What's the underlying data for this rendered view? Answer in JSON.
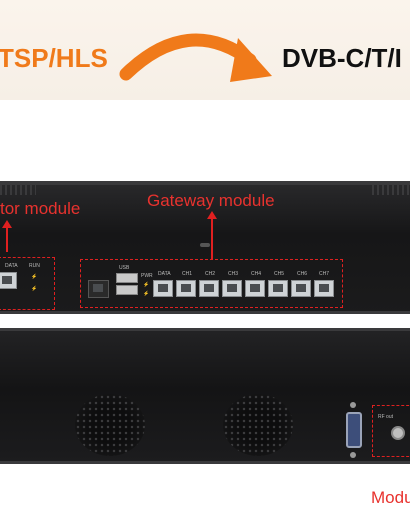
{
  "banner": {
    "left_label": "TSP/HLS",
    "right_label": "DVB-C/T/I"
  },
  "front": {
    "left_module_label": "tor module",
    "gateway_label": "Gateway module",
    "usb_label": "USB",
    "data_label_left": "DATA",
    "ports": [
      "DATA",
      "CH1",
      "CH2",
      "CH3",
      "CH4",
      "CH5",
      "CH6",
      "CH7"
    ]
  },
  "rear": {
    "rf_label": "RF out",
    "module_label": "Modu"
  },
  "colors": {
    "accent_orange": "#f07a1a",
    "annotation_red": "#e02020"
  }
}
